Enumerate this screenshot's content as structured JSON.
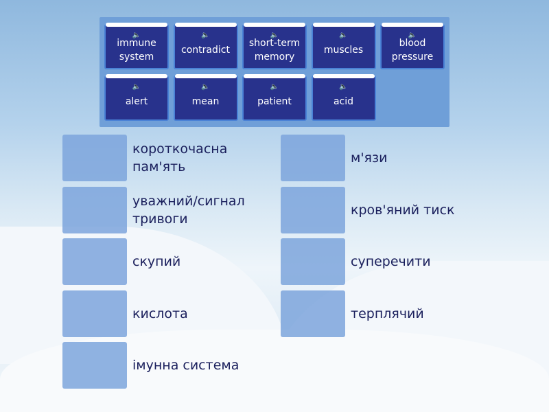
{
  "cards": [
    {
      "label": "immune system",
      "icon": "speaker-icon"
    },
    {
      "label": "contradict",
      "icon": "speaker-icon"
    },
    {
      "label": "short-term memory",
      "icon": "speaker-icon"
    },
    {
      "label": "muscles",
      "icon": "speaker-icon"
    },
    {
      "label": "blood pressure",
      "icon": "speaker-icon"
    },
    {
      "label": "alert",
      "icon": "speaker-icon"
    },
    {
      "label": "mean",
      "icon": "speaker-icon"
    },
    {
      "label": "patient",
      "icon": "speaker-icon"
    },
    {
      "label": "acid",
      "icon": "speaker-icon"
    }
  ],
  "targets_left": [
    "короткочасна пам'ять",
    "уважний/сигнал тривоги",
    "скупий",
    "кислота",
    "імунна система"
  ],
  "targets_right": [
    "м'язи",
    "кров'яний тиск",
    "суперечити",
    "терплячий"
  ],
  "colors": {
    "card": "#28328c",
    "tray": "#6f9fd8",
    "dropbox": "#7da5dc"
  }
}
